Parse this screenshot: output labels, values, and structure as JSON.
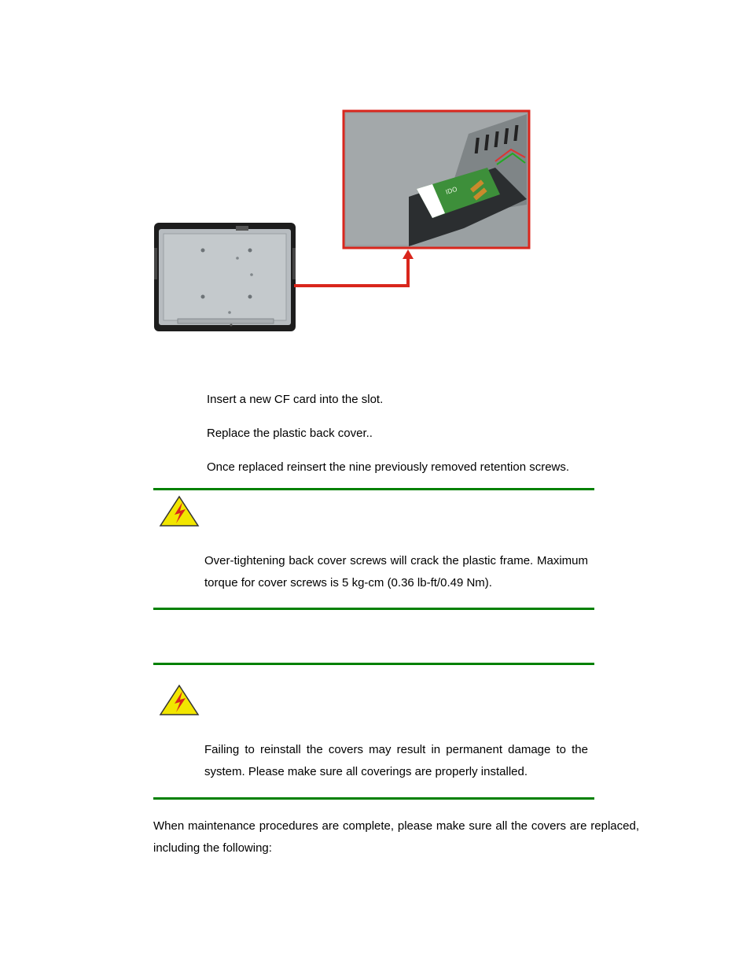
{
  "figure": {
    "cf_card_label": "IDO"
  },
  "steps": [
    "Insert a new CF card into the slot.",
    "Replace the plastic back cover..",
    "Once replaced reinsert the nine previously removed retention screws."
  ],
  "warnings": [
    {
      "icon": "warning-lightning-icon",
      "text": "Over-tightening back cover screws will crack the plastic frame. Maximum torque for cover screws is 5 kg-cm (0.36 lb-ft/0.49 Nm)."
    },
    {
      "icon": "warning-lightning-icon",
      "text": "Failing to reinstall the covers may result in permanent damage to the system. Please make sure all coverings are properly installed."
    }
  ],
  "paragraph": "When maintenance procedures are complete, please make sure all the covers are replaced, including the following:",
  "colors": {
    "rule": "#008000",
    "callout": "#d9261c",
    "warning_yellow": "#f2e600"
  }
}
